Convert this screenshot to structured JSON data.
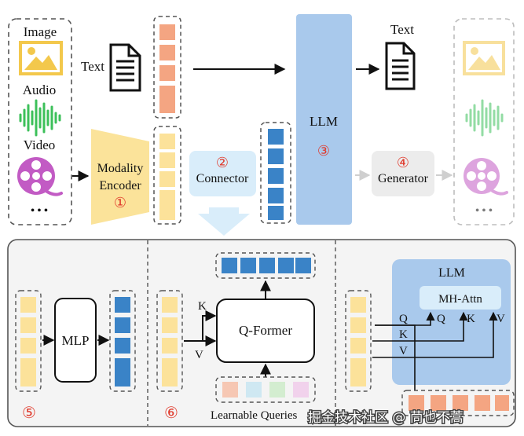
{
  "top": {
    "inputs": {
      "image": "Image",
      "audio": "Audio",
      "video": "Video",
      "ellipsis": "• • •"
    },
    "text_input": "Text",
    "encoder": {
      "label_line1": "Modality",
      "label_line2": "Encoder",
      "num": "①"
    },
    "connector": {
      "num": "②",
      "label": "Connector"
    },
    "llm": {
      "label": "LLM",
      "num": "③"
    },
    "generator": {
      "num": "④",
      "label": "Generator"
    },
    "text_output": "Text",
    "outputs": {
      "ellipsis": "• • •"
    }
  },
  "bottom": {
    "mlp": {
      "label": "MLP",
      "num": "⑤"
    },
    "qformer": {
      "label": "Q-Former",
      "k": "K",
      "v": "V",
      "queries_label": "Learnable Queries",
      "num": "⑥"
    },
    "llm_panel": {
      "title": "LLM",
      "attn": "MH-Attn",
      "q_in": "Q",
      "k_in": "K",
      "v_in": "V",
      "q_out": "Q",
      "k_out": "K",
      "v_out": "V"
    }
  },
  "watermark": "掘金技术社区 @ 茼也不蒿",
  "colors": {
    "text_token": "#f4a582",
    "modal_token": "#fce29a",
    "connector_token": "#3a83c7",
    "llm": "#a9c9ec",
    "encoder": "#fbe39a",
    "connector_box": "#d9edfa",
    "generator_box": "#ececec",
    "panel_bg": "#f4f4f4",
    "llm_panel": "#a9c9ec",
    "number_red": "#e0392b",
    "waveform": "#3cc05a",
    "video_icon": "#c25bc4",
    "image_icon": "#f3c84c",
    "query_colors": [
      "#f6c7b3",
      "#cfe8f2",
      "#d3edd0",
      "#f1d2ec"
    ]
  }
}
